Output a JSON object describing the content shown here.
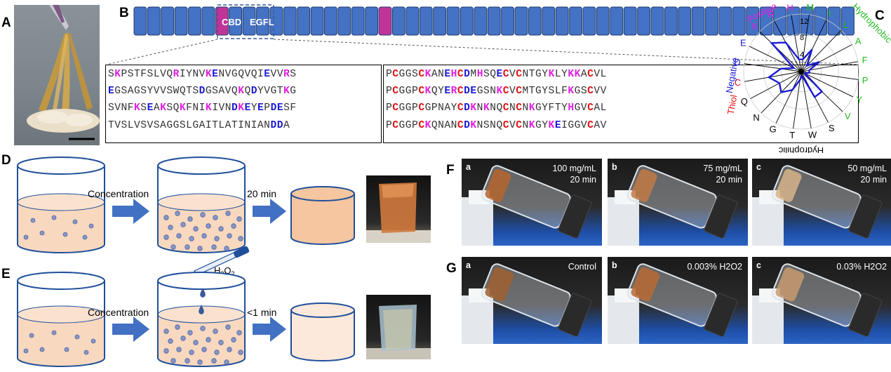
{
  "panels": {
    "A": "A",
    "B": "B",
    "C": "C",
    "D": "D",
    "E": "E",
    "F": "F",
    "G": "G"
  },
  "domains": {
    "cbd": "CBD",
    "egfl": "EGFL"
  },
  "sequences": {
    "left": [
      [
        [
          "",
          "S"
        ],
        [
          "k",
          "K"
        ],
        [
          "",
          "PSTFSLVQ"
        ],
        [
          "k",
          "R"
        ],
        [
          "",
          "IYNV"
        ],
        [
          "k",
          "K"
        ],
        [
          "b",
          "E"
        ],
        [
          "",
          "NVGQVQI"
        ],
        [
          "b",
          "E"
        ],
        [
          "",
          "VV"
        ],
        [
          "k",
          "R"
        ],
        [
          "",
          "S"
        ]
      ],
      [
        [
          "b",
          "E"
        ],
        [
          "",
          "GSAGSYVVSWQTS"
        ],
        [
          "b",
          "D"
        ],
        [
          "",
          "GSAVQ"
        ],
        [
          "k",
          "K"
        ],
        [
          "",
          "Q"
        ],
        [
          "b",
          "D"
        ],
        [
          "",
          "YVGT"
        ],
        [
          "k",
          "K"
        ],
        [
          "",
          "G"
        ]
      ],
      [
        [
          "",
          "SVNF"
        ],
        [
          "k",
          "K"
        ],
        [
          "",
          "S"
        ],
        [
          "b",
          "E"
        ],
        [
          "",
          "A"
        ],
        [
          "k",
          "K"
        ],
        [
          "",
          "SQ"
        ],
        [
          "k",
          "K"
        ],
        [
          "",
          "FNI"
        ],
        [
          "k",
          "K"
        ],
        [
          "",
          "IVN"
        ],
        [
          "b",
          "D"
        ],
        [
          "k",
          "K"
        ],
        [
          "b",
          "E"
        ],
        [
          "",
          "Y"
        ],
        [
          "b",
          "E"
        ],
        [
          "",
          "P"
        ],
        [
          "b",
          "D"
        ],
        [
          "b",
          "E"
        ],
        [
          "",
          "SF"
        ]
      ],
      [
        [
          "",
          "TVSLVSVSAGGSLGAITLATINIAN"
        ],
        [
          "b",
          "DD"
        ],
        [
          "",
          "A"
        ]
      ]
    ],
    "right": [
      [
        [
          "",
          "P"
        ],
        [
          "c",
          "C"
        ],
        [
          "",
          "GGS"
        ],
        [
          "c",
          "C"
        ],
        [
          "k",
          "K"
        ],
        [
          "",
          "AN"
        ],
        [
          "b",
          "E"
        ],
        [
          "k",
          "H"
        ],
        [
          "c",
          "C"
        ],
        [
          "b",
          "D"
        ],
        [
          "",
          "M"
        ],
        [
          "k",
          "H"
        ],
        [
          "",
          "SQ"
        ],
        [
          "b",
          "E"
        ],
        [
          "c",
          "C"
        ],
        [
          "",
          "V"
        ],
        [
          "c",
          "C"
        ],
        [
          "",
          "NTGY"
        ],
        [
          "k",
          "K"
        ],
        [
          "",
          "LY"
        ],
        [
          "k",
          "KK"
        ],
        [
          "",
          "A"
        ],
        [
          "c",
          "C"
        ],
        [
          "",
          "VL"
        ]
      ],
      [
        [
          "",
          "P"
        ],
        [
          "c",
          "C"
        ],
        [
          "",
          "GGP"
        ],
        [
          "c",
          "C"
        ],
        [
          "k",
          "K"
        ],
        [
          "",
          "QY"
        ],
        [
          "b",
          "E"
        ],
        [
          "k",
          "R"
        ],
        [
          "c",
          "C"
        ],
        [
          "b",
          "D"
        ],
        [
          "b",
          "E"
        ],
        [
          "",
          "GSN"
        ],
        [
          "k",
          "K"
        ],
        [
          "c",
          "C"
        ],
        [
          "",
          "V"
        ],
        [
          "c",
          "C"
        ],
        [
          "",
          "MTGYSLF"
        ],
        [
          "k",
          "K"
        ],
        [
          "",
          "GS"
        ],
        [
          "c",
          "C"
        ],
        [
          "",
          "VV"
        ]
      ],
      [
        [
          "",
          "P"
        ],
        [
          "c",
          "C"
        ],
        [
          "",
          "GGP"
        ],
        [
          "c",
          "C"
        ],
        [
          "",
          "GPNAY"
        ],
        [
          "c",
          "C"
        ],
        [
          "b",
          "D"
        ],
        [
          "k",
          "K"
        ],
        [
          "",
          "N"
        ],
        [
          "k",
          "K"
        ],
        [
          "",
          "NQ"
        ],
        [
          "c",
          "C"
        ],
        [
          "",
          "N"
        ],
        [
          "c",
          "C"
        ],
        [
          "",
          "N"
        ],
        [
          "k",
          "K"
        ],
        [
          "",
          "GYFTY"
        ],
        [
          "k",
          "H"
        ],
        [
          "",
          "GV"
        ],
        [
          "c",
          "C"
        ],
        [
          "",
          "AL"
        ]
      ],
      [
        [
          "",
          "P"
        ],
        [
          "c",
          "C"
        ],
        [
          "",
          "GGP"
        ],
        [
          "c",
          "C"
        ],
        [
          "k",
          "K"
        ],
        [
          "",
          "QNAN"
        ],
        [
          "c",
          "C"
        ],
        [
          "b",
          "D"
        ],
        [
          "k",
          "K"
        ],
        [
          "",
          "NSNQ"
        ],
        [
          "c",
          "C"
        ],
        [
          "",
          "V"
        ],
        [
          "c",
          "C"
        ],
        [
          "",
          "N"
        ],
        [
          "k",
          "K"
        ],
        [
          "",
          "GY"
        ],
        [
          "k",
          "K"
        ],
        [
          "b",
          "E"
        ],
        [
          "",
          "IGGV"
        ],
        [
          "c",
          "C"
        ],
        [
          "",
          "AV"
        ]
      ]
    ]
  },
  "radar": {
    "ticks": [
      "4",
      "8",
      "12"
    ],
    "residues": [
      "M",
      "I",
      "L",
      "A",
      "F",
      "P",
      "Y",
      "V",
      "S",
      "W",
      "T",
      "G",
      "N",
      "Q",
      "C",
      "D",
      "E",
      "K",
      "R",
      "H"
    ],
    "residue_colors": [
      "#22bb22",
      "#22bb22",
      "#22bb22",
      "#22bb22",
      "#22bb22",
      "#22bb22",
      "#22bb22",
      "#22bb22",
      "#000",
      "#000",
      "#000",
      "#000",
      "#000",
      "#000",
      "#e01010",
      "#1a1ad6",
      "#1a1ad6",
      "#e020e0",
      "#e020e0",
      "#e020e0"
    ],
    "values": [
      3,
      6,
      2,
      5,
      2,
      2,
      1,
      7,
      7,
      1,
      2,
      5,
      7,
      6,
      8,
      5,
      2,
      10,
      8,
      3
    ],
    "max": 14,
    "groups": {
      "positive": "Positive",
      "hydrophobic": "Hydrophobic",
      "negative": "Negative",
      "thiol": "Thiol",
      "hydrophilic": "Hydrophilic"
    }
  },
  "process": {
    "concentration": "Concentration",
    "d_time": "20 min",
    "e_time": "<1 min",
    "h2o2": "H",
    "h2o2_sub": "2",
    "h2o2_o": "O",
    "h2o2_sub2": "2"
  },
  "panelF": [
    {
      "letter": "a",
      "line1": "100 mg/mL",
      "line2": "20 min"
    },
    {
      "letter": "b",
      "line1": "75 mg/mL",
      "line2": "20 min"
    },
    {
      "letter": "c",
      "line1": "50 mg/mL",
      "line2": "20 min"
    }
  ],
  "panelG": [
    {
      "letter": "a",
      "line1": "Control"
    },
    {
      "letter": "b",
      "line1": "0.003% H2O2"
    },
    {
      "letter": "c",
      "line1": "0.03% H2O2"
    }
  ]
}
